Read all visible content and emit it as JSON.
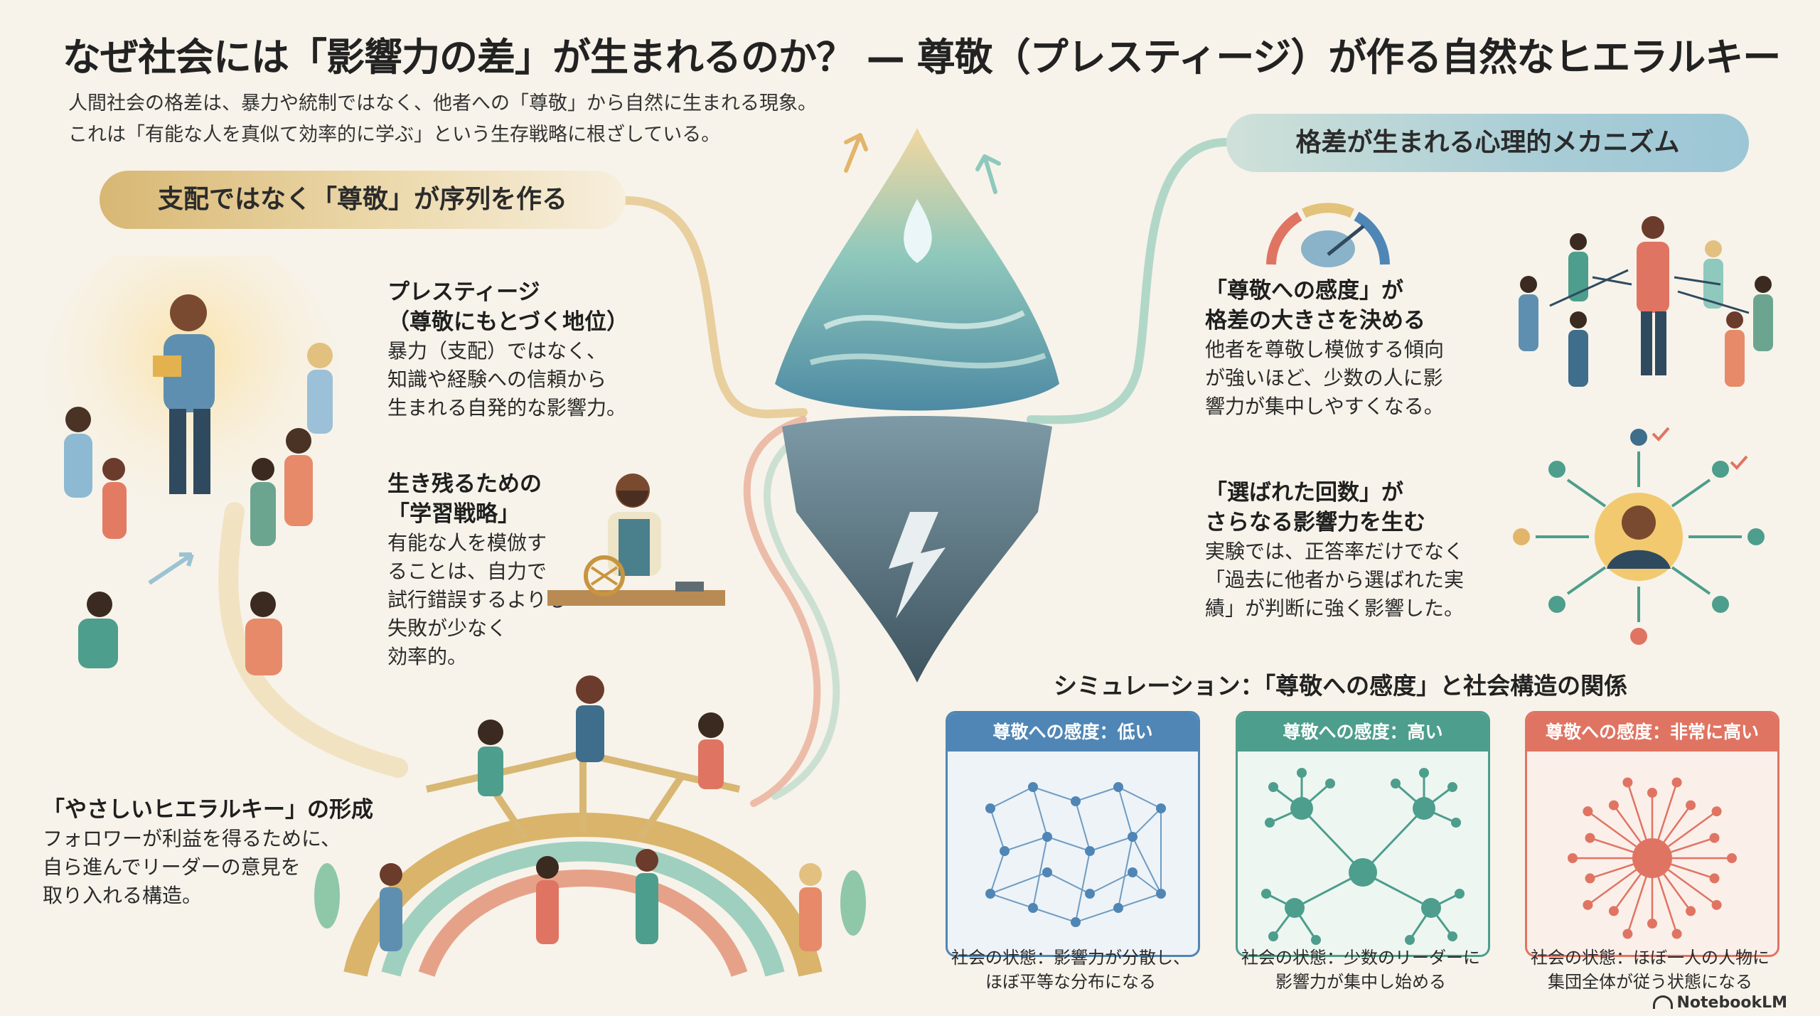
{
  "title": "なぜ社会には「影響力の差」が生まれるのか？ — 尊敬（プレスティージ）が作る自然なヒエラルキー",
  "intro": [
    "人間社会の格差は、暴力や統制ではなく、他者への「尊敬」から自然に生まれる現象。",
    "これは「有能な人を真似て効率的に学ぶ」という生存戦略に根ざしている。"
  ],
  "left_section": {
    "pill": "支配ではなく「尊敬」が序列を作る",
    "prestige": {
      "heading": [
        "プレスティージ",
        "（尊敬にもとづく地位）"
      ],
      "body": [
        "暴力（支配）ではなく、",
        "知識や経験への信頼から",
        "生まれる自発的な影響力。"
      ]
    },
    "learning": {
      "heading": [
        "生き残るための",
        "「学習戦略」"
      ],
      "body": [
        "有能な人を模倣す",
        "ることは、自力で",
        "試行錯誤するよりも",
        "失敗が少なく",
        "効率的。"
      ]
    },
    "gentle": {
      "heading": "「やさしいヒエラルキー」の形成",
      "body": [
        "フォロワーが利益を得るために、",
        "自ら進んでリーダーの意見を",
        "取り入れる構造。"
      ]
    }
  },
  "right_section": {
    "pill": "格差が生まれる心理的メカニズム",
    "sensitivity": {
      "heading": [
        "「尊敬への感度」が",
        "格差の大きさを決める"
      ],
      "body": [
        "他者を尊敬し模倣する傾向",
        "が強いほど、少数の人に影",
        "響力が集中しやすくなる。"
      ]
    },
    "chosen": {
      "heading": [
        "「選ばれた回数」が",
        "さらなる影響力を生む"
      ],
      "body": [
        "実験では、正答率だけでなく",
        "「過去に他者から選ばれた実",
        "績」が判断に強く影響した。"
      ]
    }
  },
  "simulation": {
    "title": "シミュレーション：「尊敬への感度」と社会構造の関係",
    "panels": [
      {
        "label": "尊敬への感度：低い",
        "color": "#4f86b5",
        "caption": [
          "社会の状態：影響力が分散し、",
          "ほぼ平等な分布になる"
        ]
      },
      {
        "label": "尊敬への感度：高い",
        "color": "#4d9e8c",
        "caption": [
          "社会の状態：少数のリーダーに",
          "影響力が集中し始める"
        ]
      },
      {
        "label": "尊敬への感度：非常に高い",
        "color": "#e07462",
        "caption": [
          "社会の状態：ほぼ一人の人物に",
          "集団全体が従う状態になる"
        ]
      }
    ]
  },
  "brand": "NotebookLM",
  "colors": {
    "gold": "#d8b773",
    "teal": "#4d9e8c",
    "blue": "#4f86b5",
    "coral": "#e07462",
    "background": "#f7f3ea"
  }
}
